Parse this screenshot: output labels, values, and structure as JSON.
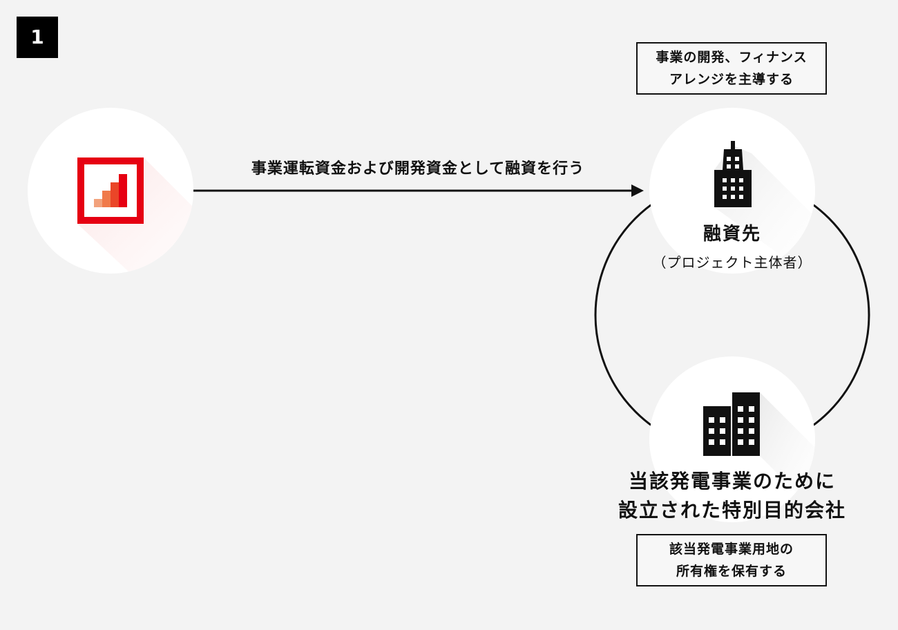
{
  "step_number": "1",
  "top_note": {
    "line1": "事業の開発、フィナンス",
    "line2": "アレンジを主導する"
  },
  "arrow_label": "事業運転資金および開発資金として融資を行う",
  "financee": {
    "title": "融資先",
    "subtitle": "（プロジェクト主体者）"
  },
  "spc": {
    "line1": "当該発電事業のために",
    "line2": "設立された特別目的会社"
  },
  "bottom_note": {
    "line1": "該当発電事業用地の",
    "line2": "所有権を保有する"
  },
  "colors": {
    "background": "#f3f3f3",
    "logo_red": "#e60012",
    "circle": "#ffffff",
    "line": "#111111"
  },
  "icons": {
    "lender": "bank-logo-icon",
    "financee": "tower-building-icon",
    "spc": "twin-buildings-icon"
  }
}
